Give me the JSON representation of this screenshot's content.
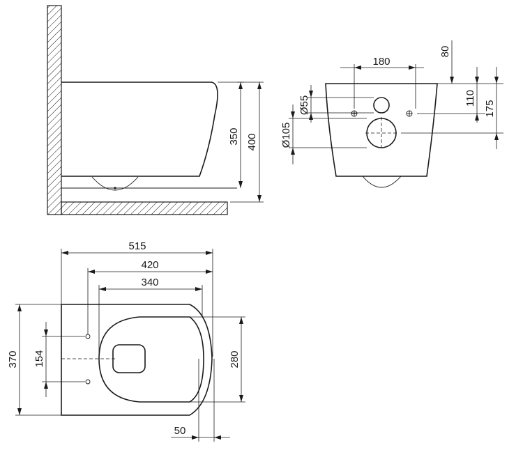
{
  "dimensions": {
    "side_height_350": "350",
    "side_height_400": "400",
    "rear_width_180": "180",
    "rear_top_80": "80",
    "rear_dia_55": "Ø55",
    "rear_dia_105": "Ø105",
    "rear_height_110": "110",
    "rear_height_175": "175",
    "top_length_515": "515",
    "top_length_420": "420",
    "top_length_340": "340",
    "top_width_370": "370",
    "top_spacing_154": "154",
    "top_width_280": "280",
    "top_offset_50": "50"
  },
  "colors": {
    "line": "#1a1a1a",
    "background": "#ffffff"
  }
}
